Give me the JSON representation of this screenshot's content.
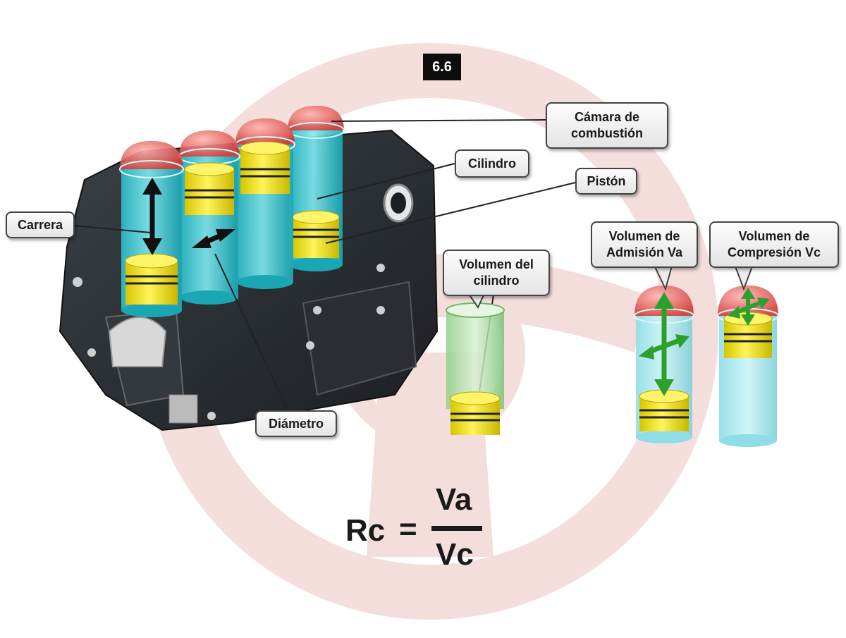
{
  "figure_number": "6.6",
  "labels": {
    "camara": "Cámara de combustión",
    "cilindro": "Cilindro",
    "piston": "Pistón",
    "carrera": "Carrera",
    "diametro": "Diámetro",
    "volumen_cilindro": "Volumen del cilindro",
    "volumen_admision": "Volumen de Admisión Va",
    "volumen_compresion": "Volumen de Compresión Vc"
  },
  "formula": {
    "lhs": "Rc",
    "equals": "=",
    "numerator": "Va",
    "denominator": "Vc"
  },
  "colors": {
    "cylinder": "#3fd3df",
    "chamber": "#d9534f",
    "piston": "#f2e200",
    "green_cylinder": "#7bc87b",
    "arrow_green": "#2ca02c",
    "engine_block": "#2b2f33",
    "watermark": "#c0392b"
  },
  "icons": {
    "watermark": "steering-wheel-watermark-icon"
  }
}
